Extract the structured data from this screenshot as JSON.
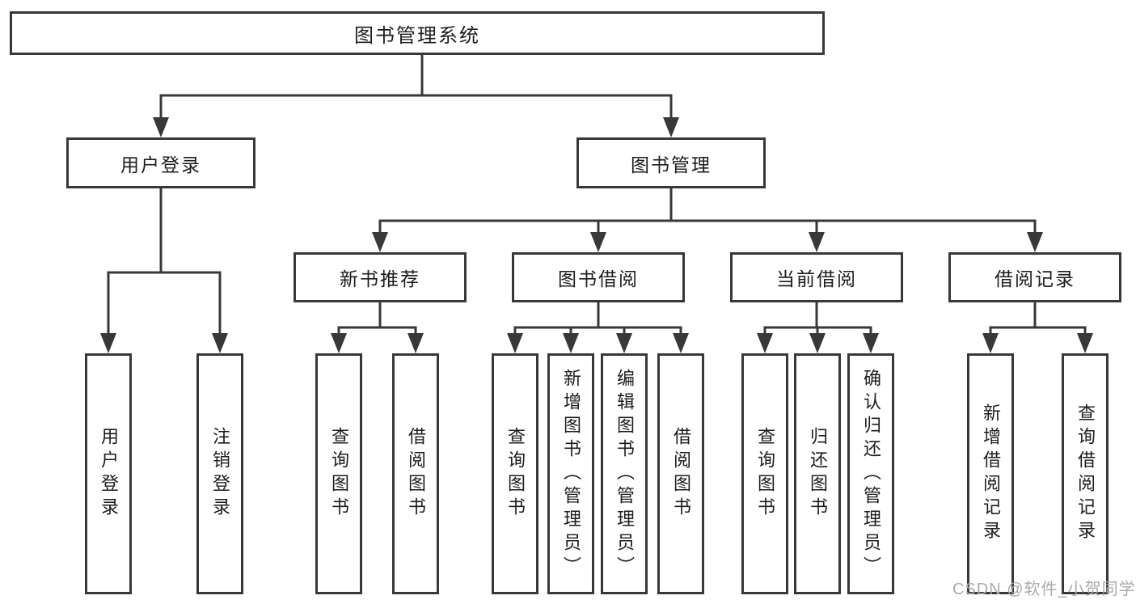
{
  "diagram_title": "图书管理系统",
  "tree": {
    "label": "图书管理系统",
    "children": [
      {
        "label": "用户登录",
        "children": [
          {
            "label": "用户登录"
          },
          {
            "label": "注销登录"
          }
        ]
      },
      {
        "label": "图书管理",
        "children": [
          {
            "label": "新书推荐",
            "children": [
              {
                "label": "查询图书"
              },
              {
                "label": "借阅图书"
              }
            ]
          },
          {
            "label": "图书借阅",
            "children": [
              {
                "label": "查询图书"
              },
              {
                "label": "新增图书（管理员）"
              },
              {
                "label": "编辑图书（管理员）"
              },
              {
                "label": "借阅图书"
              }
            ]
          },
          {
            "label": "当前借阅",
            "children": [
              {
                "label": "查询图书"
              },
              {
                "label": "归还图书"
              },
              {
                "label": "确认归还（管理员）"
              }
            ]
          },
          {
            "label": "借阅记录",
            "children": [
              {
                "label": "新增借阅记录"
              },
              {
                "label": "查询借阅记录"
              }
            ]
          }
        ]
      }
    ]
  },
  "watermark": {
    "text": "CSDN @软件_小贺同学"
  },
  "colors": {
    "line": "#383838",
    "box_border": "#383838",
    "text": "#1c1c1c",
    "watermark_text": "#ababab",
    "background": "#ffffff"
  }
}
